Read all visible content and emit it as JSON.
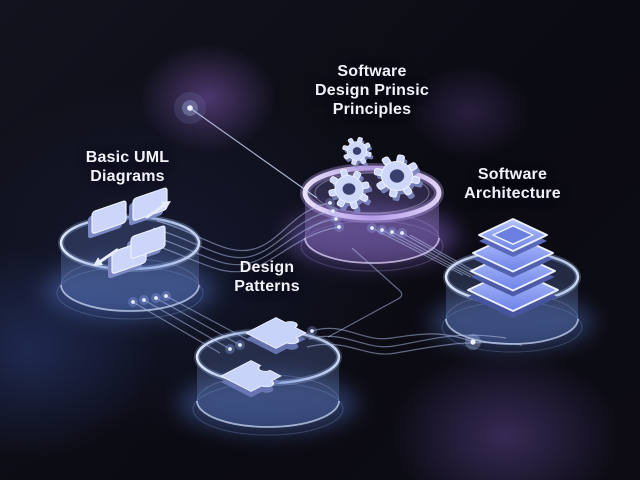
{
  "diagram": {
    "type": "isometric-concept-map",
    "colors": {
      "background": "#0b0c14",
      "text": "#f2f3f8",
      "accent_blue": "#aac2f7",
      "accent_purple": "#cdb9f2",
      "icon_fill": "#cbd6fa",
      "line": "#b9c8f2"
    },
    "nodes": [
      {
        "id": "basic-uml-diagrams",
        "label_lines": [
          "Basic UML",
          "Diagrams"
        ],
        "icon": "uml-cards-icon",
        "platform": "blue"
      },
      {
        "id": "software-design-principles",
        "label_lines": [
          "Software",
          "Design Prinsic",
          "Principles"
        ],
        "icon": "gears-icon",
        "platform": "purple"
      },
      {
        "id": "software-architecture",
        "label_lines": [
          "Software",
          "Architecture"
        ],
        "icon": "stacked-layers-icon",
        "platform": "blue"
      },
      {
        "id": "design-patterns",
        "label_lines": [
          "Design",
          "Patterns"
        ],
        "icon": "puzzle-pieces-icon",
        "platform": "blue"
      }
    ],
    "edges": [
      {
        "from": "basic-uml-diagrams",
        "to": "software-design-principles",
        "style": "curved-bundle"
      },
      {
        "from": "basic-uml-diagrams",
        "to": "design-patterns",
        "style": "straight-bundle"
      },
      {
        "from": "software-design-principles",
        "to": "software-architecture",
        "style": "straight-bundle"
      },
      {
        "from": "software-design-principles",
        "to": "design-patterns",
        "style": "chevron-line"
      },
      {
        "from": "design-patterns",
        "to": "software-architecture",
        "style": "wavy-bundle"
      }
    ]
  }
}
